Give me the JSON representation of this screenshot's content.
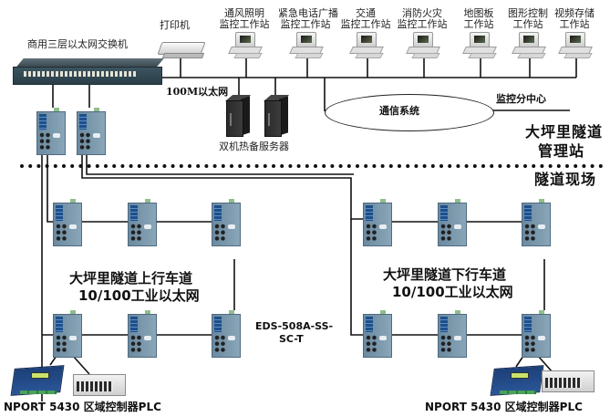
{
  "diagram": {
    "title_core_switch": "商用三层以太网交换机",
    "printer_label": "打印机",
    "ethernet_label": "100M以太网",
    "servers_label": "双机热备服务器",
    "comm_system_label": "通信系统",
    "monitor_center_label": "监控分中心",
    "management_station_line1": "大坪里隧道",
    "management_station_line2": "管理站",
    "tunnel_site_label": "隧道现场",
    "workstations": [
      {
        "line1": "通风照明",
        "line2": "监控工作站"
      },
      {
        "line1": "紧急电话广播",
        "line2": "监控工作站"
      },
      {
        "line1": "交通",
        "line2": "监控工作站"
      },
      {
        "line1": "消防火灾",
        "line2": "监控工作站"
      },
      {
        "line1": "地图板",
        "line2": "工作站"
      },
      {
        "line1": "图形控制",
        "line2": "工作站"
      },
      {
        "line1": "视频存储",
        "line2": "工作站"
      }
    ],
    "up_ring_line1": "大坪里隧道上行车道",
    "up_ring_line2": "10/100工业以太网",
    "down_ring_line1": "大坪里隧道下行车道",
    "down_ring_line2": "10/100工业以太网",
    "switch_model_line1": "EDS-508A-SS-",
    "switch_model_line2": "SC-T",
    "left_field_label": "NPORT 5430  区域控制器PLC",
    "right_field_label": "NPORT 5430  区域控制器PLC"
  },
  "colors": {
    "line": "#111111",
    "separator_dots": "#111111",
    "industrial_switch_body": "#7a98ac",
    "core_switch_body": "#2f4651"
  }
}
